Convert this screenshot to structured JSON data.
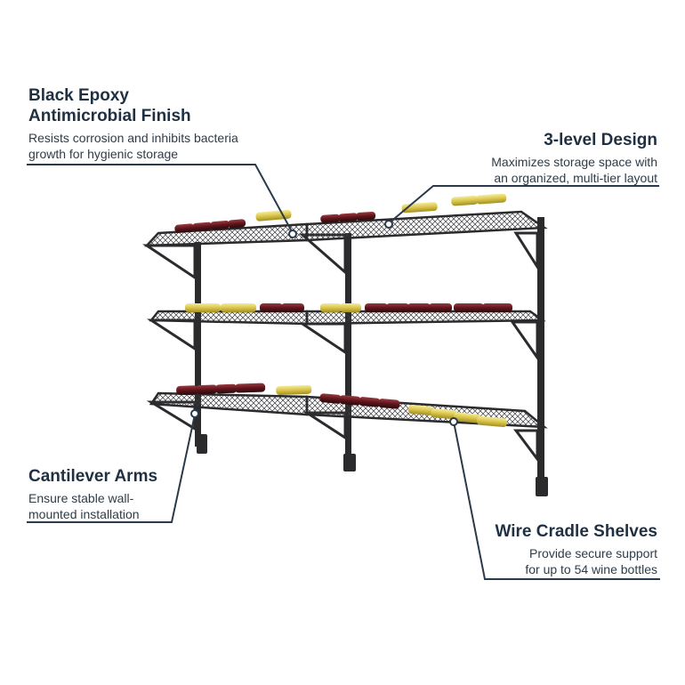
{
  "callouts": {
    "epoxy": {
      "title_line1": "Black Epoxy",
      "title_line2": "Antimicrobial Finish",
      "desc_line1": "Resists corrosion and inhibits bacteria",
      "desc_line2": "growth for hygienic storage"
    },
    "three_level": {
      "title": "3-level Design",
      "desc_line1": "Maximizes storage space with",
      "desc_line2": "an organized, multi-tier layout"
    },
    "cantilever": {
      "title": "Cantilever Arms",
      "desc_line1": "Ensure stable wall-",
      "desc_line2": "mounted installation"
    },
    "wire": {
      "title": "Wire Cradle Shelves",
      "desc_line1": "Provide secure support",
      "desc_line2": "for up to 54 wine bottles"
    }
  },
  "colors": {
    "text": "#1f3042",
    "leader_line": "#2a3a4a",
    "rack": "#2b2b2e",
    "red_wine": "#7a1f26",
    "white_wine": "#d8c84a"
  },
  "product": {
    "icon": "wine-rack-illustration",
    "tiers": 3
  }
}
